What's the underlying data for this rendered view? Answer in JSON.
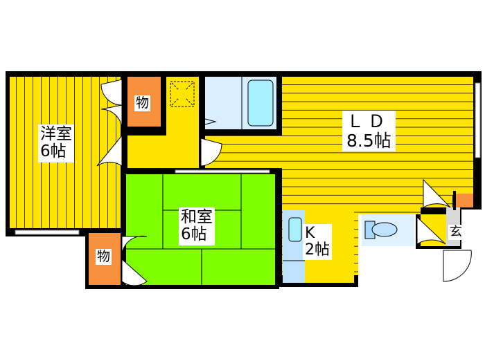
{
  "floorplan": {
    "colors": {
      "wall": "#000000",
      "western_floor": "#ffe400",
      "floor_stripe": "#333300",
      "tatami": "#80ff00",
      "storage": "#f7913d",
      "bath": "#d9efff",
      "bathtub": "#a9f0ff",
      "kitchen": "#bfe2ff",
      "toilet_room": "#dff2ff",
      "entrance": "#d8d8d8",
      "door": "#ffffff"
    },
    "rooms": [
      {
        "id": "western-room",
        "name": "洋室",
        "size": "6帖"
      },
      {
        "id": "closet-top",
        "name": "物"
      },
      {
        "id": "living-dining",
        "name": "ＬＤ",
        "size": "8.5帖"
      },
      {
        "id": "japanese-room",
        "name": "和室",
        "size": "6帖"
      },
      {
        "id": "closet-bottom",
        "name": "物"
      },
      {
        "id": "kitchen",
        "name": "K",
        "size": "2帖"
      },
      {
        "id": "entrance",
        "name": "玄"
      }
    ]
  }
}
